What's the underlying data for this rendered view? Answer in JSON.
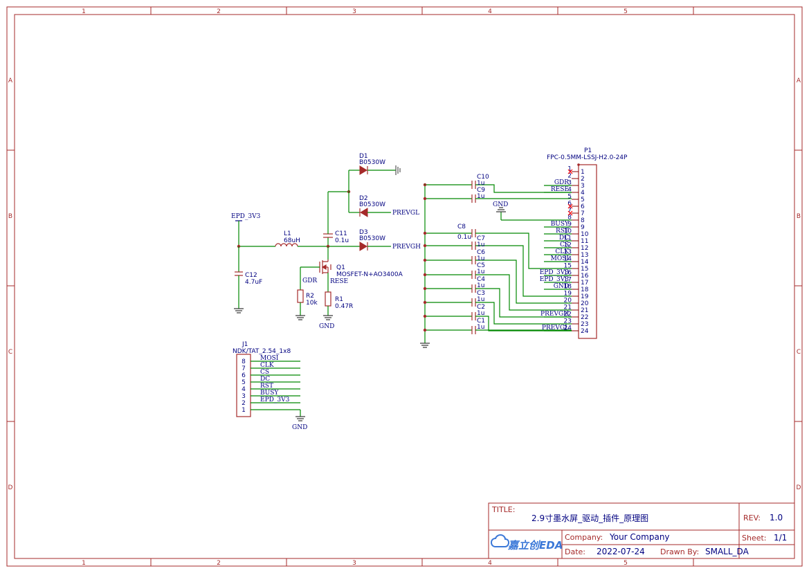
{
  "frame": {
    "columns": [
      "1",
      "2",
      "3",
      "4",
      "5"
    ],
    "rows": [
      "A",
      "B",
      "C",
      "D"
    ]
  },
  "power": {
    "epd_3v3": "EPD_3V3",
    "gnd": "GND"
  },
  "components": {
    "L1": {
      "ref": "L1",
      "value": "68uH"
    },
    "C12": {
      "ref": "C12",
      "value": "4.7uF"
    },
    "C11": {
      "ref": "C11",
      "value": "0.1u"
    },
    "D1": {
      "ref": "D1",
      "value": "B0530W"
    },
    "D2": {
      "ref": "D2",
      "value": "B0530W"
    },
    "D3": {
      "ref": "D3",
      "value": "B0530W"
    },
    "Q1": {
      "ref": "Q1",
      "value": "MOSFET-N+AO3400A"
    },
    "R1": {
      "ref": "R1",
      "value": "0.47R"
    },
    "R2": {
      "ref": "R2",
      "value": "10k"
    },
    "P1": {
      "ref": "P1",
      "value": "FPC-0.5MM-LSSJ-H2.0-24P"
    },
    "J1": {
      "ref": "J1",
      "value": "NDK/TAT_2.54_1x8"
    }
  },
  "nets": {
    "gdr": "GDR",
    "rese": "RESE",
    "prevgl": "PREVGL",
    "prevgh": "PREVGH"
  },
  "capacitors": [
    {
      "ref": "C10",
      "value": "1u"
    },
    {
      "ref": "C9",
      "value": "1u"
    },
    {
      "ref": "C8",
      "value": "0.1u"
    },
    {
      "ref": "C7",
      "value": "1u"
    },
    {
      "ref": "C6",
      "value": "1u"
    },
    {
      "ref": "C5",
      "value": "1u"
    },
    {
      "ref": "C4",
      "value": "1u"
    },
    {
      "ref": "C3",
      "value": "1u"
    },
    {
      "ref": "C2",
      "value": "1u"
    },
    {
      "ref": "C1",
      "value": "1u"
    }
  ],
  "p1_pins": [
    "1",
    "2",
    "3",
    "4",
    "5",
    "6",
    "7",
    "8",
    "9",
    "10",
    "11",
    "12",
    "13",
    "14",
    "15",
    "16",
    "17",
    "18",
    "19",
    "20",
    "21",
    "22",
    "23",
    "24"
  ],
  "p1_nets": {
    "3": "GDR",
    "4": "RESE",
    "9": "BUSY",
    "10": "RST",
    "11": "DC",
    "12": "CS",
    "13": "CLK",
    "14": "MOSI",
    "16": "EPD_3V3",
    "17": "EPD_3V3",
    "18": "GND",
    "22": "PREVGH",
    "24": "PREVGL"
  },
  "j1_pins": [
    {
      "num": "8",
      "net": "MOSI"
    },
    {
      "num": "7",
      "net": "CLK"
    },
    {
      "num": "6",
      "net": "CS"
    },
    {
      "num": "5",
      "net": "DC"
    },
    {
      "num": "4",
      "net": "RST"
    },
    {
      "num": "3",
      "net": "BUSY"
    },
    {
      "num": "2",
      "net": "EPD_3V3"
    },
    {
      "num": "1",
      "net": ""
    }
  ],
  "title_block": {
    "title_label": "TITLE:",
    "title": "2.9寸墨水屏_驱动_插件_原理图",
    "rev_label": "REV:",
    "rev": "1.0",
    "logo_text": "嘉立创EDA",
    "company_label": "Company:",
    "company": "Your Company",
    "sheet_label": "Sheet:",
    "sheet": "1/1",
    "date_label": "Date:",
    "date": "2022-07-24",
    "drawn_label": "Drawn By:",
    "drawn": "SMALL_DA"
  }
}
